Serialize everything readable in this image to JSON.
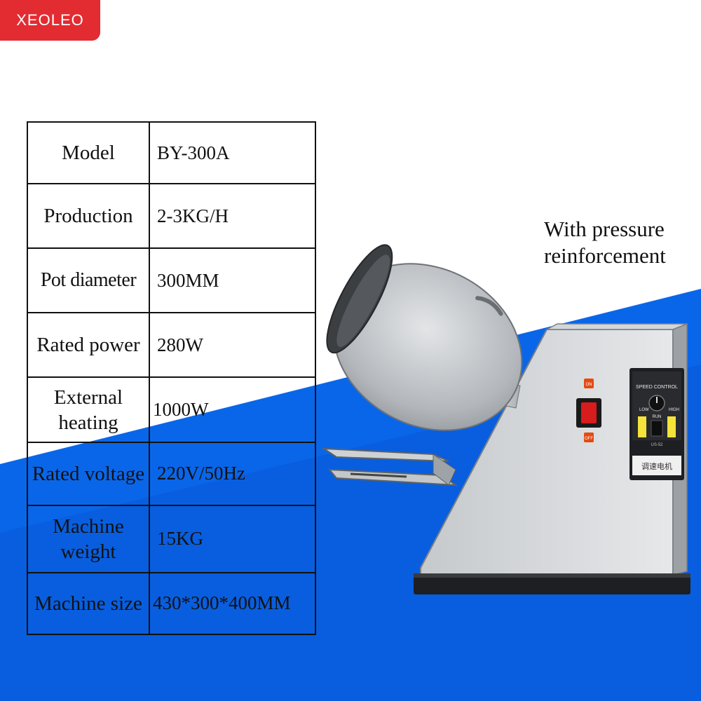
{
  "brand": {
    "logo_text": "XEOLEO"
  },
  "specs": [
    {
      "label": "Model",
      "value": "BY-300A"
    },
    {
      "label": "Production",
      "value": "2-3KG/H"
    },
    {
      "label": "Pot diameter",
      "value": "300MM"
    },
    {
      "label": "Rated power",
      "value": "280W"
    },
    {
      "label": "External heating",
      "value": "1000W"
    },
    {
      "label": "Rated voltage",
      "value": "220V/50Hz"
    },
    {
      "label": "Machine weight",
      "value": "15KG"
    },
    {
      "label": "Machine size",
      "value": "430*300*400MM"
    }
  ],
  "note": {
    "line1": "With pressure",
    "line2": "reinforcement"
  },
  "panel": {
    "on_label": "ON",
    "off_label": "OFF",
    "speed_label": "SPEED CONTROL",
    "low": "LOW",
    "high": "HIGH",
    "run": "RUN",
    "model_code": "US-52",
    "cn_label": "调速电机"
  },
  "colors": {
    "background_blue": "#0a66e8",
    "logo_red": "#e32b32",
    "steel": "#b8bcc0"
  }
}
